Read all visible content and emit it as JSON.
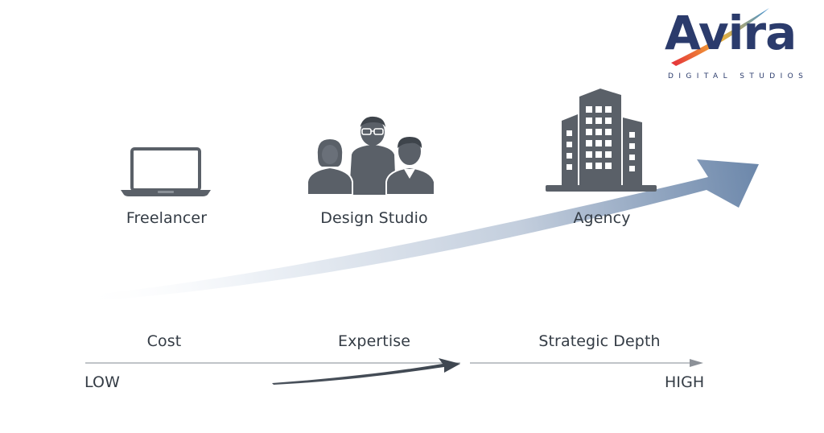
{
  "brand": {
    "name": "Avira",
    "tagline": "DIGITAL STUDIOS",
    "colors": {
      "navy": "#2b3b6c",
      "swoosh_start": "#e63a3a",
      "swoosh_mid": "#f2b233",
      "swoosh_end": "#3a8fd9"
    }
  },
  "tiers": [
    {
      "label": "Freelancer",
      "icon": "laptop-icon"
    },
    {
      "label": "Design Studio",
      "icon": "team-icon"
    },
    {
      "label": "Agency",
      "icon": "office-building-icon"
    }
  ],
  "scale": {
    "factors": [
      "Cost",
      "Expertise",
      "Strategic Depth"
    ],
    "low_label": "LOW",
    "high_label": "HIGH"
  },
  "colors": {
    "icon": "#5a6068",
    "text": "#343c45",
    "arrow_light": "#eef2f6",
    "arrow_dark": "#6d88ab",
    "axis": "#8c9198"
  }
}
